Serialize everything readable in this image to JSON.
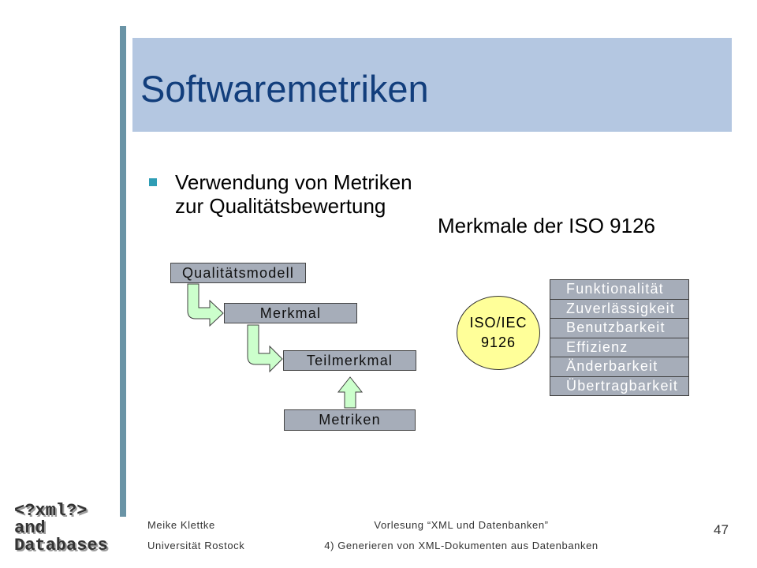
{
  "slide": {
    "title": "Softwaremetriken",
    "bullet": {
      "line1": "Verwendung von Metriken",
      "line2": "zur Qualitätsbewertung"
    },
    "iso_heading": "Merkmale der ISO 9126"
  },
  "hierarchy": {
    "model": "Qualitätsmodell",
    "feature": "Merkmal",
    "subfeature": "Teilmerkmal",
    "metrics": "Metriken"
  },
  "iso": {
    "ellipse_line1": "ISO/IEC",
    "ellipse_line2": "9126",
    "characteristics": [
      "Funktionalität",
      "Zuverlässigkeit",
      "Benutzbarkeit",
      "Effizienz",
      "Änderbarkeit",
      "Übertragbarkeit"
    ]
  },
  "footer": {
    "logo": {
      "line1": "<?xml?>",
      "line2": "and",
      "line3": "Databases"
    },
    "author": "Meike Klettke",
    "institution": "Universität Rostock",
    "course": "Vorlesung “XML und Datenbanken”",
    "chapter": "4) Generieren von XML-Dokumenten aus Datenbanken",
    "page_number": "47"
  },
  "icons": {
    "bullet": "square-bullet-icon"
  },
  "colors": {
    "title_band": "#b4c7e1",
    "title_text": "#123e7c",
    "side_bar": "#6a94a6",
    "bullet": "#2f9db5",
    "box_fill": "#a6adb9",
    "ellipse_fill": "#ffff99",
    "arrow_fill": "#ccffcc"
  }
}
